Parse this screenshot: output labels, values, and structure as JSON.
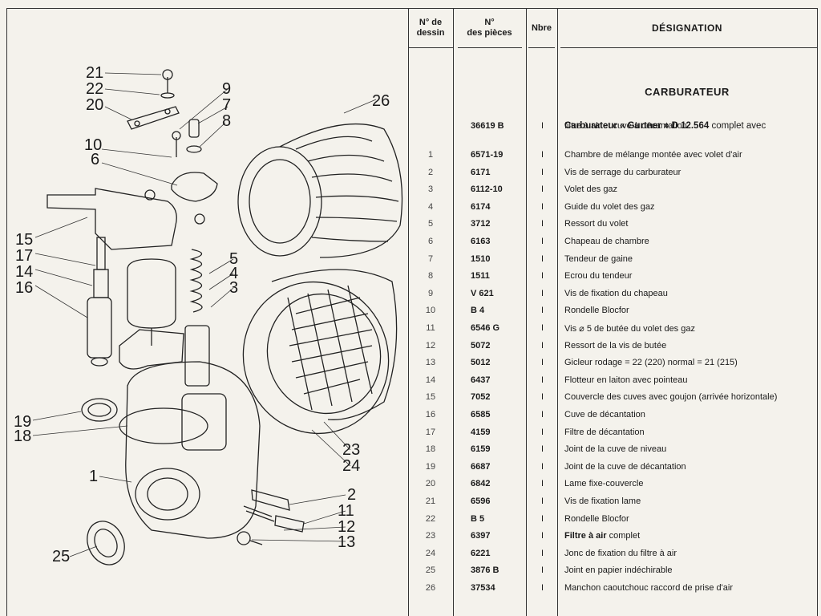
{
  "header": {
    "col_drawing_line1": "N° de",
    "col_drawing_line2": "dessin",
    "col_parts_line1": "N°",
    "col_parts_line2": "des pièces",
    "col_qty": "Nbre",
    "col_designation": "DÉSIGNATION"
  },
  "section_title": "CARBURATEUR",
  "main_item": {
    "ref": "36619 B",
    "qty": "I",
    "designation_bold": "Carburateur « Gurtner » D 12.564",
    "designation_rest": " complet avec",
    "designation_line2": "filtre à air et cuve à décantation"
  },
  "rows": [
    {
      "num": "1",
      "ref": "6571-19",
      "qty": "I",
      "des": "Chambre de mélange montée avec volet d'air"
    },
    {
      "num": "2",
      "ref": "6171",
      "qty": "I",
      "des": "Vis de serrage du carburateur"
    },
    {
      "num": "3",
      "ref": "6112-10",
      "qty": "I",
      "des": "Volet des gaz"
    },
    {
      "num": "4",
      "ref": "6174",
      "qty": "I",
      "des": "Guide du volet des gaz"
    },
    {
      "num": "5",
      "ref": "3712",
      "qty": "I",
      "des": "Ressort du volet"
    },
    {
      "num": "6",
      "ref": "6163",
      "qty": "I",
      "des": "Chapeau de chambre"
    },
    {
      "num": "7",
      "ref": "1510",
      "qty": "I",
      "des": "Tendeur de gaine"
    },
    {
      "num": "8",
      "ref": "1511",
      "qty": "I",
      "des": "Ecrou du tendeur"
    },
    {
      "num": "9",
      "ref": "V 621",
      "qty": "I",
      "des": "Vis de fixation du chapeau"
    },
    {
      "num": "10",
      "ref": "B 4",
      "qty": "I",
      "des": "Rondelle Blocfor"
    },
    {
      "num": "11",
      "ref": "6546 G",
      "qty": "I",
      "des": "Vis ⌀ 5 de butée du volet des gaz"
    },
    {
      "num": "12",
      "ref": "5072",
      "qty": "I",
      "des": "Ressort de la vis de butée"
    },
    {
      "num": "13",
      "ref": "5012",
      "qty": "I",
      "des": "Gicleur rodage = 22 (220) normal = 21 (215)"
    },
    {
      "num": "14",
      "ref": "6437",
      "qty": "I",
      "des": "Flotteur en laiton avec pointeau"
    },
    {
      "num": "15",
      "ref": "7052",
      "qty": "I",
      "des": "Couvercle des cuves avec goujon (arrivée horizontale)"
    },
    {
      "num": "16",
      "ref": "6585",
      "qty": "I",
      "des": "Cuve de décantation"
    },
    {
      "num": "17",
      "ref": "4159",
      "qty": "I",
      "des": "Filtre de décantation"
    },
    {
      "num": "18",
      "ref": "6159",
      "qty": "I",
      "des": "Joint de la cuve de niveau"
    },
    {
      "num": "19",
      "ref": "6687",
      "qty": "I",
      "des": "Joint de la cuve de décantation"
    },
    {
      "num": "20",
      "ref": "6842",
      "qty": "I",
      "des": "Lame fixe-couvercle"
    },
    {
      "num": "21",
      "ref": "6596",
      "qty": "I",
      "des": "Vis de fixation lame"
    },
    {
      "num": "22",
      "ref": "B 5",
      "qty": "I",
      "des": "Rondelle Blocfor"
    },
    {
      "num": "23",
      "ref": "6397",
      "qty": "I",
      "des_bold": "Filtre à air",
      "des": " complet"
    },
    {
      "num": "24",
      "ref": "6221",
      "qty": "I",
      "des": "Jonc de fixation du filtre à air"
    },
    {
      "num": "25",
      "ref": "3876 B",
      "qty": "I",
      "des": "Joint en papier indéchirable"
    },
    {
      "num": "26",
      "ref": "37534",
      "qty": "I",
      "des": "Manchon caoutchouc raccord de prise d'air"
    }
  ],
  "callouts": [
    "21",
    "22",
    "20",
    "9",
    "7",
    "8",
    "10",
    "6",
    "26",
    "15",
    "17",
    "14",
    "16",
    "5",
    "4",
    "3",
    "19",
    "18",
    "1",
    "23",
    "24",
    "2",
    "11",
    "12",
    "13",
    "25"
  ]
}
